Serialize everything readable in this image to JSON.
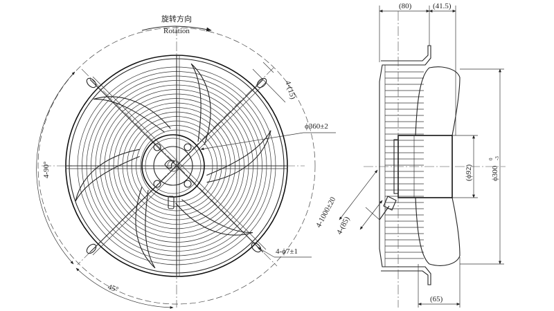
{
  "front_view": {
    "rotation_cn": "旋转方向",
    "rotation_en": "Rotation",
    "dim_guard_diameter": "ϕ360±2",
    "dim_mount_holes": "4-ϕ7±1",
    "dim_slots": "4-(15)",
    "dim_angle_90": "4-90°",
    "dim_angle_45": "45°"
  },
  "side_view": {
    "dim_top_left": "(80)",
    "dim_top_right": "(41.5)",
    "dim_hub": "(ϕ92)",
    "dim_outer_main": "ϕ300",
    "dim_outer_tol_upper": "0",
    "dim_outer_tol_lower": "-3",
    "dim_cable": "4-1000±20",
    "dim_cable_sub": "4-(85)",
    "dim_bottom": "(65)"
  },
  "colors": {
    "line": "#222222",
    "background": "#ffffff"
  }
}
